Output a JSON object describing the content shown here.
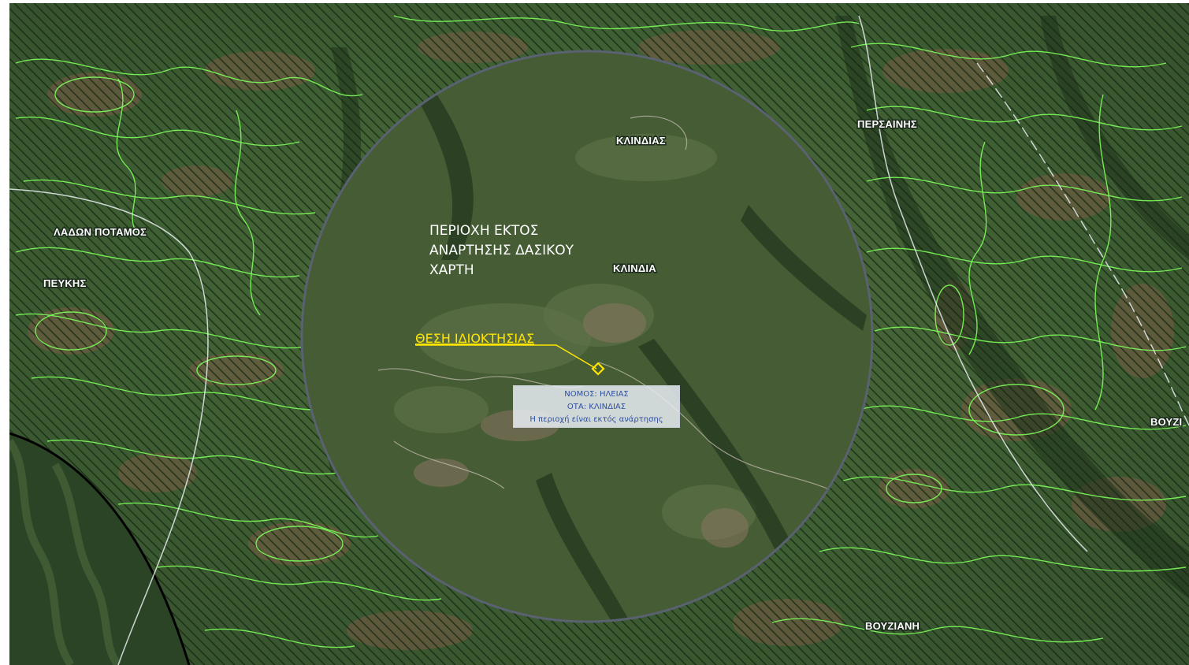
{
  "labels": {
    "ladon": "ΛΑΔΩΝ ΠΟΤΑΜΟΣ",
    "peykis": "ΠΕΥΚΗΣ",
    "klindias_top": "ΚΛΙΝΔΙΑΣ",
    "klindia": "ΚΛΙΝΔΙΑ",
    "persainis": "ΠΕΡΣΑΙΝΗΣ",
    "bouziani_right": "ΒΟΥΖΙ",
    "bouziani_bottom": "ΒΟΥΖΙΑΝΗ"
  },
  "area_note": {
    "line1": "ΠΕΡΙΟΧΗ ΕΚΤΟΣ",
    "line2": "ΑΝΑΡΤΗΣΗΣ ΔΑΣΙΚΟΥ",
    "line3": "ΧΑΡΤΗ"
  },
  "property": {
    "label": "ΘΕΣΗ ΙΔΙΟΚΤΗΣΙΑΣ"
  },
  "popup": {
    "nomos": "ΝΟΜΟΣ: ΗΛΕΙΑΣ",
    "ota": "ΟΤΑ: ΚΛΙΝΔΙΑΣ",
    "status": "Η περιοχή είναι εκτός ανάρτησης"
  },
  "colors": {
    "forest_hatch": "#1f3d1f",
    "contour": "#7CFC5A",
    "marker": "#ffe600",
    "popup_text": "#2d4fa1"
  },
  "icons": {
    "marker": "property-marker-icon"
  }
}
